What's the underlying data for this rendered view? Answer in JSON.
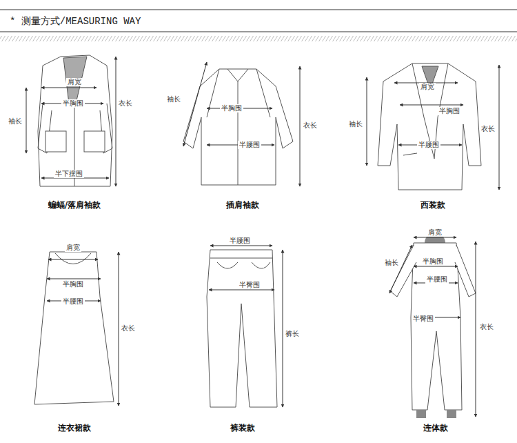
{
  "diagram": {
    "title": "* 测量方式/MEASURING WAY",
    "labels": [
      "肩宽",
      "半胸围",
      "袖长",
      "衣长",
      "半下摆围",
      "蝙蝠/落肩袖款",
      "袖长",
      "半胸围",
      "衣长",
      "半腰围",
      "插肩袖款",
      "肩宽",
      "半胸围",
      "袖长",
      "衣长",
      "半腰围",
      "西装款",
      "肩宽",
      "半胸围",
      "半腰围",
      "衣长",
      "连衣裙款",
      "半腰围",
      "半臀围",
      "裤长",
      "裤装款",
      "肩宽",
      "袖长",
      "半胸围",
      "半腰围",
      "半臀围",
      "衣长",
      "连体款"
    ]
  }
}
